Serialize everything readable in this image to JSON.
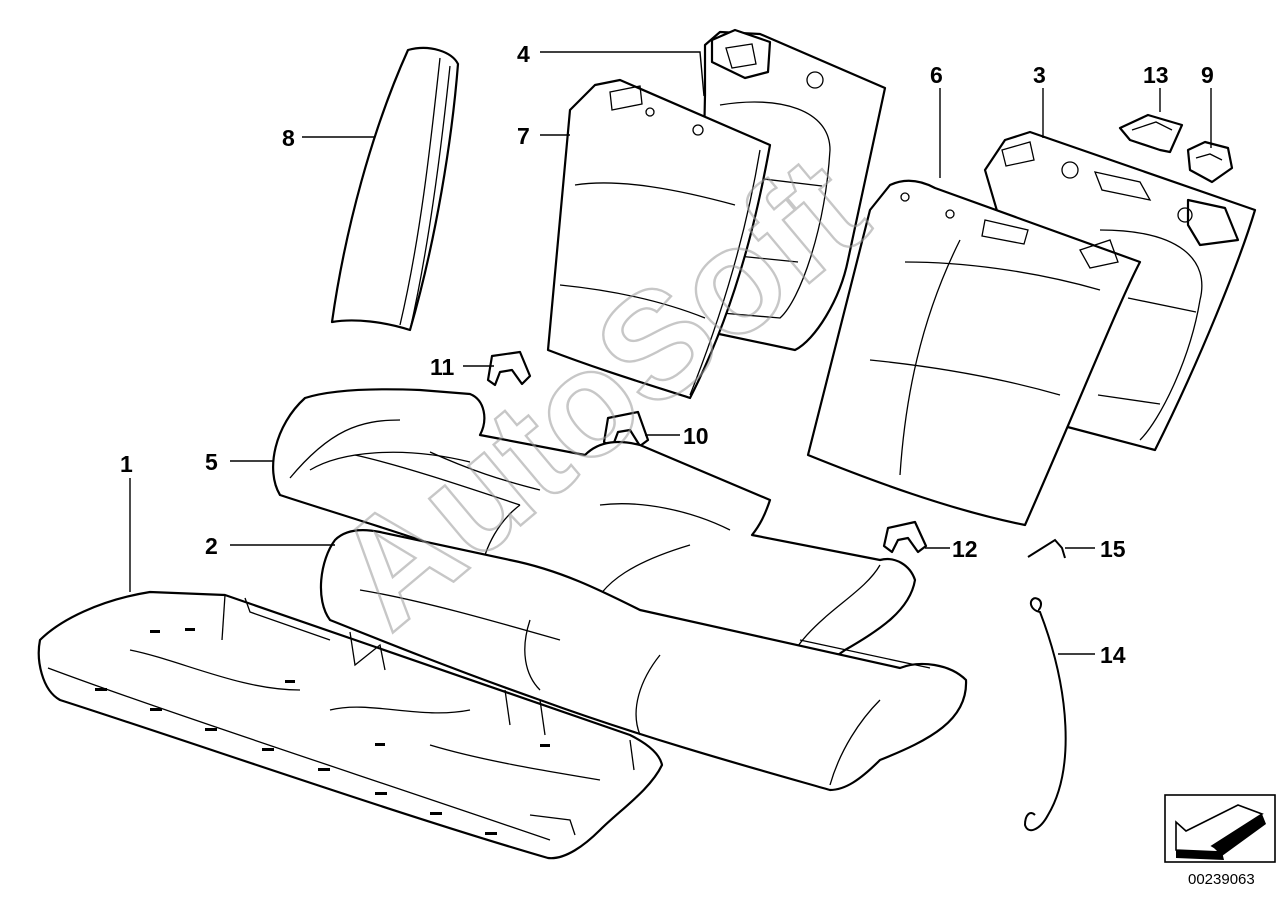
{
  "callouts": {
    "c1": "1",
    "c2": "2",
    "c3": "3",
    "c4": "4",
    "c5": "5",
    "c6": "6",
    "c7": "7",
    "c8": "8",
    "c9": "9",
    "c10": "10",
    "c11": "11",
    "c12": "12",
    "c13": "13",
    "c14": "14",
    "c15": "15"
  },
  "watermark": "AutoSoft",
  "reference_number": "00239063",
  "nav_icon": "forward-arrow-icon"
}
